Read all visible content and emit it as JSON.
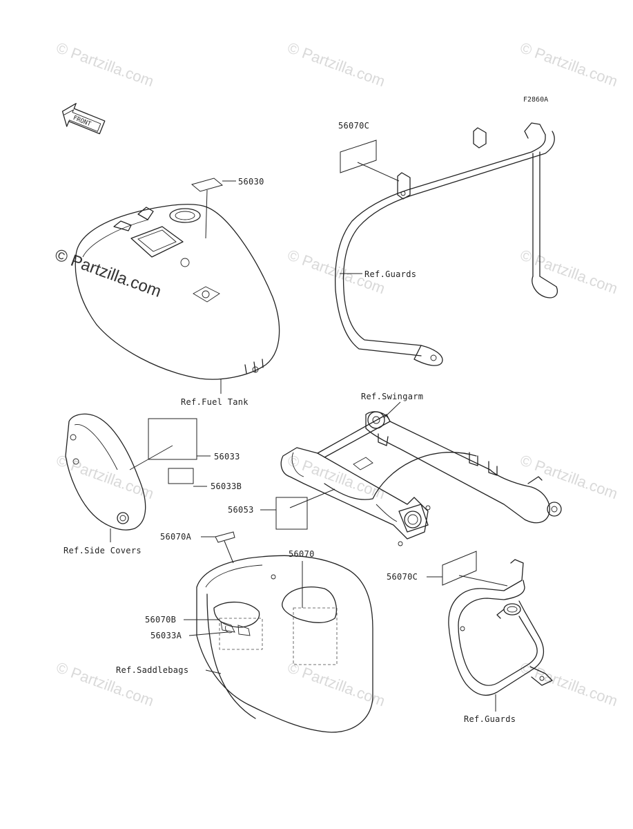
{
  "figure_code": "F2860A",
  "front_arrow": {
    "text": "FRONT",
    "icon": "front-arrow-icon"
  },
  "watermark": {
    "text": "© Partzilla.com"
  },
  "callouts": {
    "p56070C_top": "56070C",
    "p56030": "56030",
    "ref_guards_top": "Ref.Guards",
    "ref_fuel_tank": "Ref.Fuel Tank",
    "ref_swingarm": "Ref.Swingarm",
    "p56033": "56033",
    "p56033B": "56033B",
    "p56053": "56053",
    "p56070A": "56070A",
    "p56070": "56070",
    "ref_side_covers": "Ref.Side Covers",
    "p56070C_right": "56070C",
    "p56070B": "56070B",
    "p56033A": "56033A",
    "ref_saddlebags": "Ref.Saddlebags",
    "ref_guards_bottom": "Ref.Guards"
  }
}
